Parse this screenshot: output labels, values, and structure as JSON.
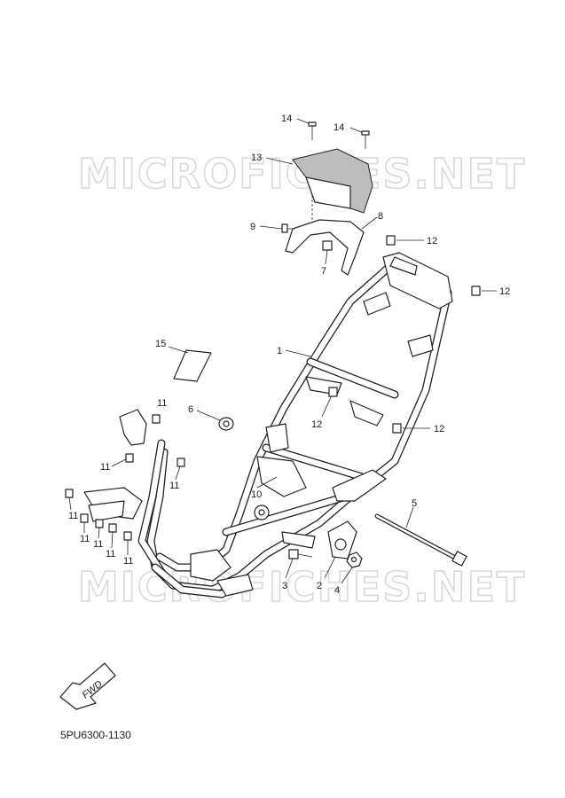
{
  "watermark": {
    "text": "MICROFICHES.NET"
  },
  "diagram_code": "5PU6300-1130",
  "fwd_label": "FWD",
  "callouts": {
    "c1": "1",
    "c2": "2",
    "c3": "3",
    "c4": "4",
    "c5": "5",
    "c6": "6",
    "c7": "7",
    "c8": "8",
    "c9": "9",
    "c10": "10",
    "c13": "13",
    "c14a": "14",
    "c14b": "14",
    "c15": "15",
    "c11a": "11",
    "c11b": "11",
    "c11c": "11",
    "c11d": "11",
    "c11e": "11",
    "c11f": "11",
    "c11g": "11",
    "c11h": "11",
    "c12a": "12",
    "c12b": "12",
    "c12c": "12",
    "c12d": "12"
  }
}
